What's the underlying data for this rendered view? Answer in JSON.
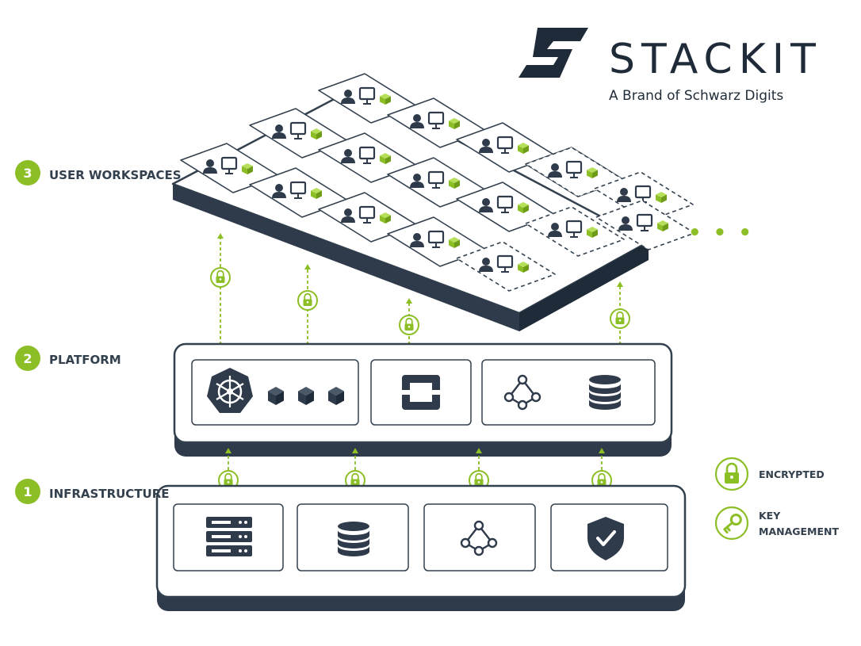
{
  "brand": {
    "name": "STACKIT",
    "tagline": "A Brand of Schwarz Digits"
  },
  "colors": {
    "accent": "#8cbf26",
    "dark": "#2f3b4a",
    "line": "#33414f"
  },
  "layers": [
    {
      "number": "3",
      "label": "USER WORKSPACES"
    },
    {
      "number": "2",
      "label": "PLATFORM"
    },
    {
      "number": "1",
      "label": "INFRASTRUCTURE"
    }
  ],
  "legend": [
    {
      "label": "ENCRYPTED",
      "icon": "lock-icon"
    },
    {
      "label": "KEY",
      "icon": "key-icon"
    },
    {
      "label": "MANAGEMENT",
      "icon": "key-icon"
    }
  ],
  "more_indicator": "• • •",
  "platform_icons": [
    "kubernetes-icon",
    "cube-icon",
    "cube-icon",
    "cube-icon",
    "openstack-icon",
    "network-icon",
    "database-icon"
  ],
  "infrastructure_icons": [
    "server-rack-icon",
    "database-icon",
    "network-icon",
    "shield-check-icon"
  ]
}
